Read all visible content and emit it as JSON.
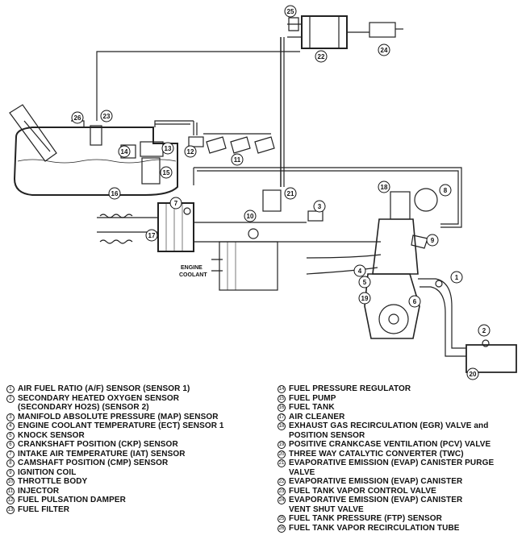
{
  "diagram": {
    "callouts": [
      "25",
      "22",
      "24",
      "26",
      "23",
      "14",
      "13",
      "12",
      "11",
      "15",
      "16",
      "7",
      "21",
      "3",
      "10",
      "18",
      "8",
      "17",
      "9",
      "4",
      "1",
      "5",
      "19",
      "6",
      "2",
      "20"
    ],
    "engine_coolant_label": "ENGINE\nCOOLANT"
  },
  "legend_left": [
    {
      "num": "1",
      "text": "AIR FUEL RATIO (A/F) SENSOR (SENSOR 1)"
    },
    {
      "num": "2",
      "text": "SECONDARY HEATED OXYGEN SENSOR\n(SECONDARY HO2S) (SENSOR 2)"
    },
    {
      "num": "3",
      "text": "MANIFOLD ABSOLUTE PRESSURE (MAP) SENSOR"
    },
    {
      "num": "4",
      "text": "ENGINE COOLANT TEMPERATURE (ECT) SENSOR 1"
    },
    {
      "num": "5",
      "text": "KNOCK SENSOR"
    },
    {
      "num": "6",
      "text": "CRANKSHAFT POSITION (CKP) SENSOR"
    },
    {
      "num": "7",
      "text": "INTAKE AIR TEMPERATURE (IAT) SENSOR"
    },
    {
      "num": "8",
      "text": "CAMSHAFT POSITION (CMP) SENSOR"
    },
    {
      "num": "9",
      "text": "IGNITION COIL"
    },
    {
      "num": "10",
      "text": "THROTTLE BODY"
    },
    {
      "num": "11",
      "text": "INJECTOR"
    },
    {
      "num": "12",
      "text": "FUEL PULSATION DAMPER"
    },
    {
      "num": "13",
      "text": "FUEL FILTER"
    }
  ],
  "legend_right": [
    {
      "num": "14",
      "text": "FUEL PRESSURE REGULATOR"
    },
    {
      "num": "15",
      "text": "FUEL PUMP"
    },
    {
      "num": "16",
      "text": "FUEL TANK"
    },
    {
      "num": "17",
      "text": "AIR CLEANER"
    },
    {
      "num": "18",
      "text": "EXHAUST GAS RECIRCULATION (EGR) VALVE and\nPOSITION SENSOR"
    },
    {
      "num": "19",
      "text": "POSITIVE CRANKCASE VENTILATION (PCV) VALVE"
    },
    {
      "num": "20",
      "text": "THREE WAY CATALYTIC CONVERTER (TWC)"
    },
    {
      "num": "21",
      "text": "EVAPORATIVE EMISSION (EVAP) CANISTER PURGE\nVALVE"
    },
    {
      "num": "22",
      "text": "EVAPORATIVE EMISSION (EVAP) CANISTER"
    },
    {
      "num": "23",
      "text": "FUEL TANK VAPOR CONTROL VALVE"
    },
    {
      "num": "24",
      "text": "EVAPORATIVE EMISSION (EVAP) CANISTER\nVENT SHUT VALVE"
    },
    {
      "num": "25",
      "text": "FUEL TANK PRESSURE (FTP) SENSOR"
    },
    {
      "num": "26",
      "text": "FUEL TANK VAPOR RECIRCULATION TUBE"
    }
  ]
}
